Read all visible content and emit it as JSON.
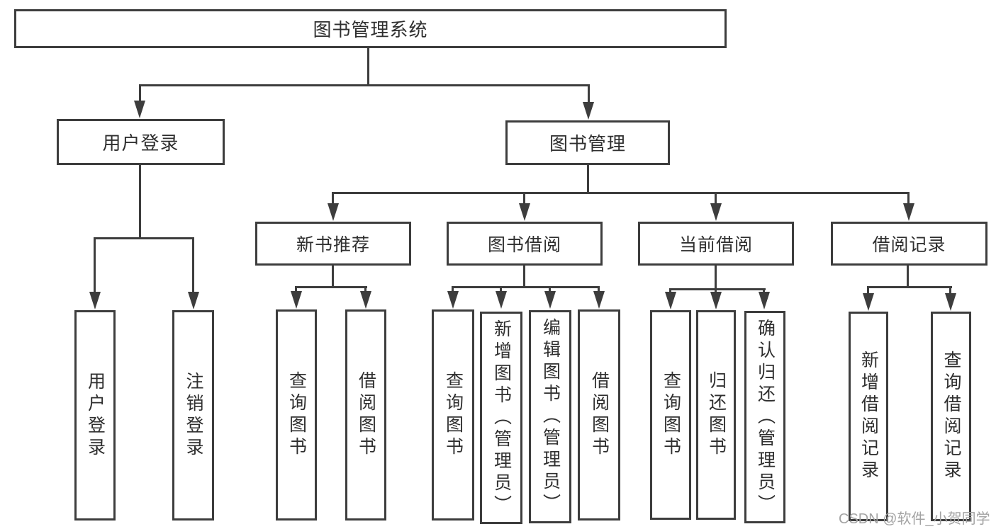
{
  "diagram": {
    "title": "图书管理系统",
    "nodes": {
      "root": "图书管理系统",
      "level2": [
        "用户登录",
        "图书管理"
      ],
      "level3": [
        "新书推荐",
        "图书借阅",
        "当前借阅",
        "借阅记录"
      ],
      "user_login_children": [
        "用户登录",
        "注销登录"
      ],
      "new_book_children": [
        "查询图书",
        "借阅图书"
      ],
      "borrow_children": [
        "查询图书",
        "新增图书（管理员）",
        "编辑图书（管理员）",
        "借阅图书"
      ],
      "current_children": [
        "查询图书",
        "归还图书",
        "确认归还（管理员）"
      ],
      "record_children": [
        "新增借阅记录",
        "查询借阅记录"
      ]
    },
    "watermark": "CSDN @软件_小贺同学",
    "colors": {
      "line": "#3d3d3d",
      "text": "#2f2f2f",
      "watermark": "#a3a3a3",
      "background": "#ffffff"
    }
  }
}
